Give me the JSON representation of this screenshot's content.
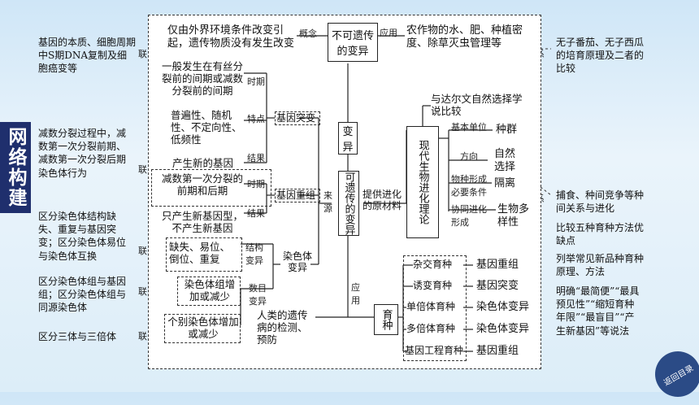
{
  "title": "网络构建",
  "back_label": "返回目录",
  "lianxi": "联系",
  "side_left": [
    "基因的本质、细胞周期中S期DNA复制及细胞癌变等",
    "减数分裂过程中，减数第一次分裂前期、减数第一次分裂后期染色体行为",
    "区分染色体结构缺失、重复与基因突变；区分染色体易位与染色体互换",
    "区分染色体组与基因组；区分染色体组与同源染色体",
    "区分三体与三倍体"
  ],
  "side_right": [
    "无子番茄、无子西瓜的培育原理及二者的比较",
    "捕食、种间竞争等种间关系与进化",
    "比较五种育种方法优缺点",
    "列举常见新品种育种原理、方法",
    "明确“最简便”“最具预见性”“缩短育种年限”“最盲目”“产生新基因”等说法"
  ],
  "center": {
    "non_heritable": "不可遗传的变异",
    "concept_label": "概念",
    "concept_text": "仅由外界环境条件改变引起，遗传物质没有发生改变",
    "application_label": "应用",
    "application_text": "农作物的水、肥、种植密度、除草灭虫管理等",
    "variation": "变异",
    "heritable": "可遗传的变异",
    "source_label": "来源",
    "provides_label": "提供进化的原材料",
    "apply_label2": "应用",
    "breeding": "育种",
    "human_disease": "人类的遗传病的检测、预防",
    "gene_mutation": "基因突变",
    "gene_recomb": "基因重组",
    "chrom_var": "染色体变异",
    "time_label": "时期",
    "feature_label": "特点",
    "result_label": "结果",
    "structure_label": "结构变异",
    "number_label": "数目变异",
    "gm_time": "一般发生在有丝分裂前的间期或减数分裂前的间期",
    "gm_feature": "普遍性、随机性、不定向性、低频性",
    "gm_result": "产生新的基因",
    "gr_time": "减数第一次分裂的前期和后期",
    "gr_result": "只产生新基因型，不产生新基因",
    "cv_struct": "缺失、易位、倒位、重复",
    "cv_num1": "染色体组增加或减少",
    "cv_num2": "个别染色体增加或减少",
    "theory": "现代生物进化理论",
    "theory_compare": "与达尔文自然选择学说比较",
    "basic_unit_label": "基本单位",
    "population": "种群",
    "direction_label": "方向",
    "natural_selection": "自然选择",
    "species_label": "物种形成必要条件",
    "isolation": "隔离",
    "coevolution_label": "协同进化形成",
    "biodiversity": "生物多样性",
    "breeding_methods": [
      {
        "name": "杂交育种",
        "principle": "基因重组"
      },
      {
        "name": "诱变育种",
        "principle": "基因突变"
      },
      {
        "name": "单倍体育种",
        "principle": "染色体变异"
      },
      {
        "name": "多倍体育种",
        "principle": "染色体变异"
      },
      {
        "name": "基因工程育种",
        "principle": "基因重组"
      }
    ]
  }
}
